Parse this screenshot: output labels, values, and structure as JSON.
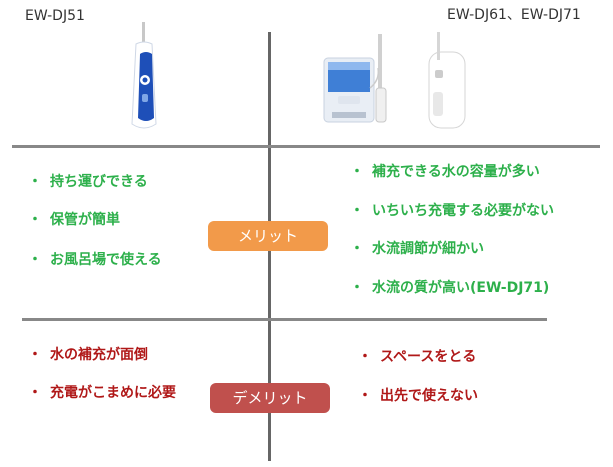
{
  "models": {
    "left_label": "EW-DJ51",
    "right_label": "EW-DJ61、EW-DJ71"
  },
  "badges": {
    "merit": "メリット",
    "demerit": "デメリット"
  },
  "bullet": "・",
  "merits": {
    "left": [
      "持ち運びできる",
      "保管が簡単",
      "お風呂場で使える"
    ],
    "right": [
      "補充できる水の容量が多い",
      "いちいち充電する必要がない",
      "水流調節が細かい",
      "水流の質が高い(EW-DJ71)"
    ]
  },
  "demerits": {
    "left": [
      "水の補充が面倒",
      "充電がこまめに必要"
    ],
    "right": [
      "スペースをとる",
      "出先で使えない"
    ]
  },
  "colors": {
    "merit_text": "#2db04b",
    "demerit_text": "#b01818",
    "merit_badge": "#f29a4a",
    "demerit_badge": "#c0504d"
  }
}
